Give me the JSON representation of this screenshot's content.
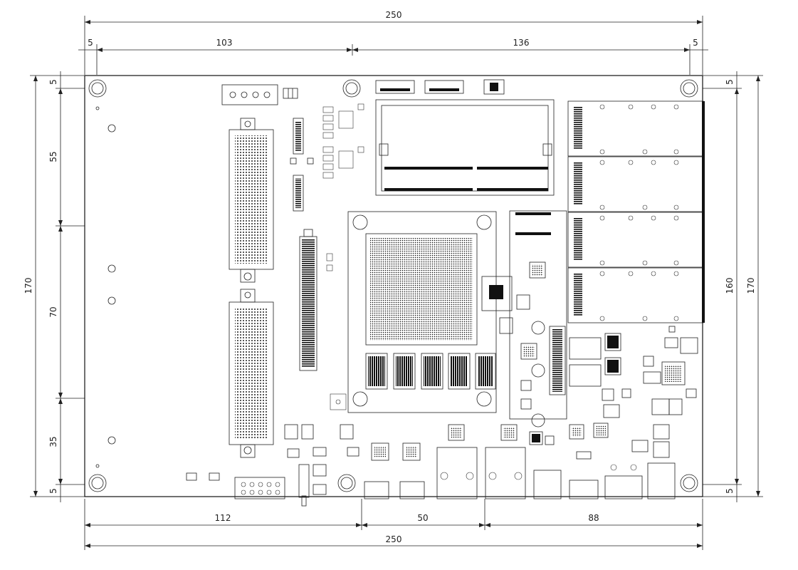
{
  "dimensions": {
    "top_total": "250",
    "top_left_margin": "5",
    "top_left_span": "103",
    "top_right_span": "136",
    "top_right_margin": "5",
    "bottom_left_span": "112",
    "bottom_mid_span": "50",
    "bottom_right_span": "88",
    "bottom_total": "250",
    "left_top_margin": "5",
    "left_upper": "55",
    "left_middle": "70",
    "left_lower": "35",
    "left_bottom_margin": "5",
    "left_total": "170",
    "right_top_margin": "5",
    "right_span": "160",
    "right_bottom_margin": "5",
    "right_total": "170"
  },
  "colors": {
    "line": "#222222",
    "background": "#ffffff",
    "component_fill": "#111111"
  }
}
